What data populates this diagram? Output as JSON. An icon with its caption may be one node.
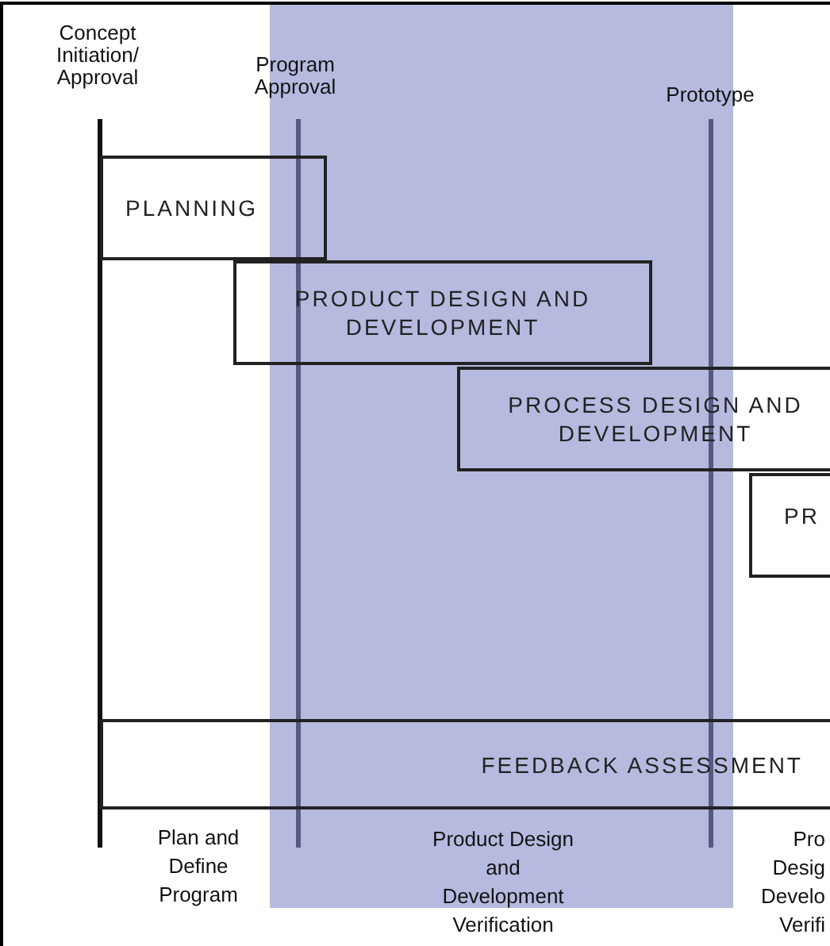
{
  "diagram": {
    "nodes": [
      {
        "text": [
          "PLANNING"
        ]
      },
      {
        "text": [
          "PRODUCT DESIGN AND DEVELOPMENT"
        ]
      },
      {
        "text": [
          "PROCESS DESIGN AND DEVELOPMENT"
        ]
      },
      {
        "text": [
          "PR"
        ]
      },
      {
        "text": [
          "FEEDBACK ASSESSMENT"
        ]
      }
    ],
    "edges": [],
    "labels": [
      "Concept Initiation/ Approval",
      "Program Approval",
      "Prototype",
      "Plan and Define Program",
      "Product Design and Development Verification",
      "Pro Desig Develo Verifi"
    ]
  }
}
